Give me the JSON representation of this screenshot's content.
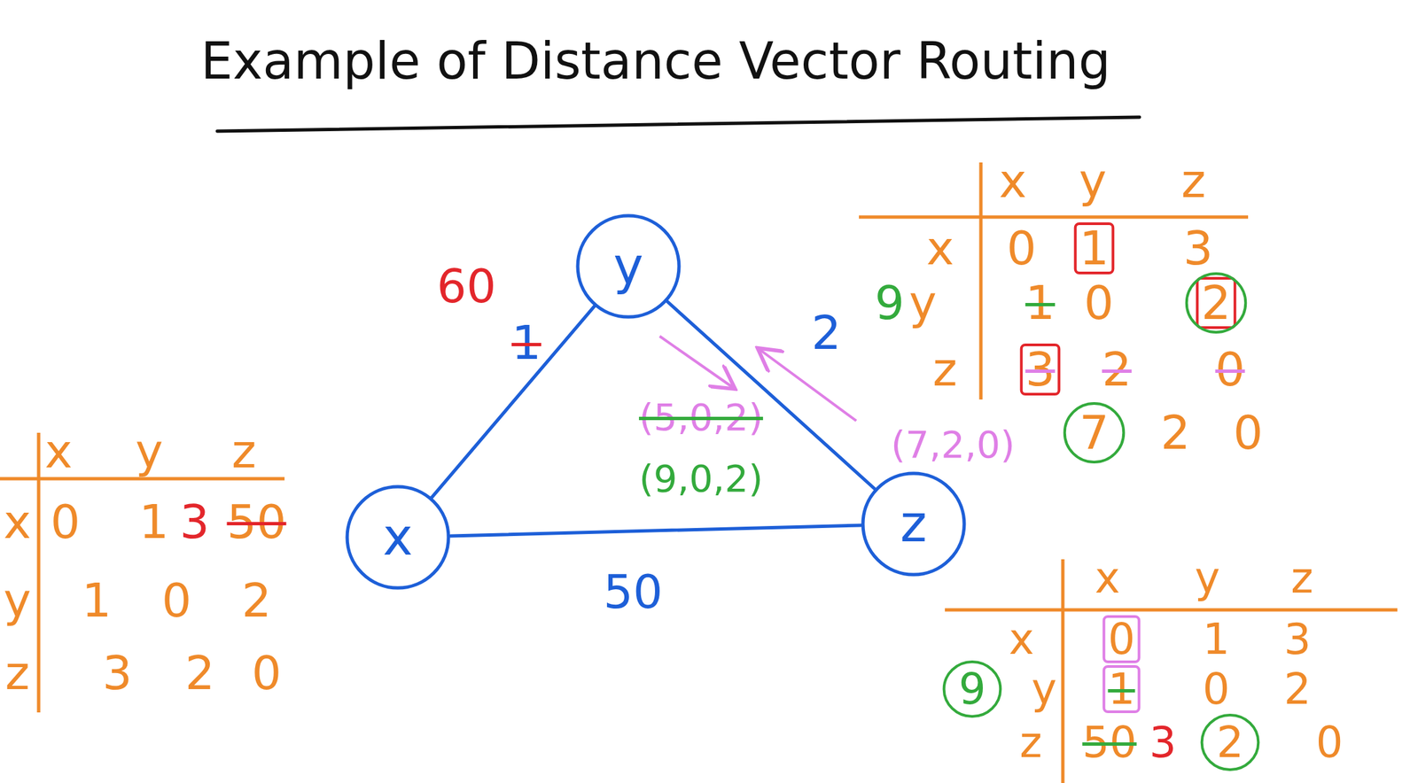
{
  "diagram": {
    "title": "Example of Distance Vector Routing",
    "nodes": [
      {
        "text": [
          "y"
        ]
      },
      {
        "text": [
          "x"
        ]
      },
      {
        "text": [
          "z"
        ]
      }
    ],
    "edges": [
      {
        "from": 0,
        "to": 1,
        "arrow": "none",
        "label": "60"
      },
      {
        "from": 0,
        "to": 2,
        "arrow": "none",
        "label": "2"
      },
      {
        "from": 1,
        "to": 2,
        "arrow": "none",
        "label": "50"
      }
    ],
    "labels": [
      "1",
      "(5,0,2)",
      "(9,0,2)",
      "(7,2,0)",
      "x",
      "y",
      "z",
      "x",
      "0",
      "1",
      "3",
      "50",
      "y",
      "1",
      "0",
      "2",
      "z",
      "3",
      "2",
      "0",
      "x",
      "y",
      "z",
      "x",
      "0",
      "1",
      "3",
      "9",
      "y",
      "1",
      "0",
      "2",
      "z",
      "3",
      "2",
      "0",
      "7",
      "2",
      "0",
      "x",
      "y",
      "z",
      "x",
      "0",
      "1",
      "3",
      "9",
      "y",
      "1",
      "0",
      "2",
      "z",
      "50",
      "3",
      "2",
      "0"
    ]
  }
}
